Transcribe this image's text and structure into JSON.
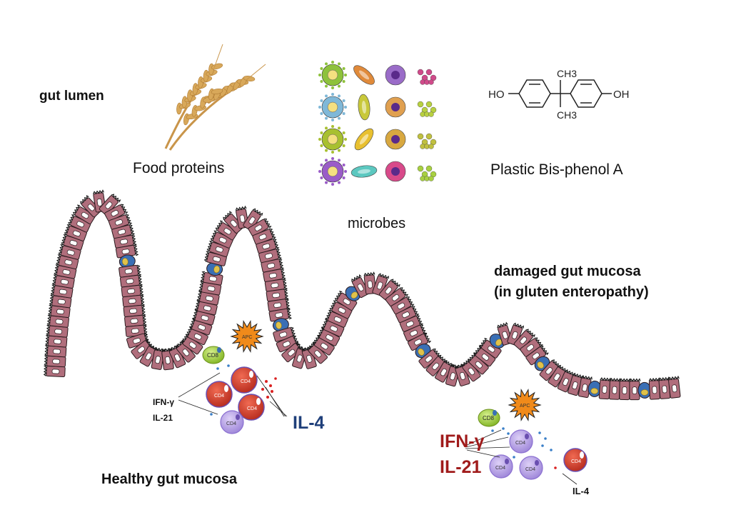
{
  "labels": {
    "gut_lumen": "gut lumen",
    "food_proteins": "Food proteins",
    "microbes": "microbes",
    "bpa": "Plastic Bis-phenol A",
    "damaged_line1": "damaged gut mucosa",
    "damaged_line2": "(in gluten enteropathy)",
    "healthy": "Healthy gut mucosa",
    "ifn_small": "IFN-γ",
    "il21_small": "IL-21",
    "il4_big": "IL-4",
    "ifn_big": "IFN-γ",
    "il21_big": "IL-21",
    "il4_small": "IL-4"
  },
  "molecule": {
    "ho_left": "HO",
    "oh_right": "OH",
    "ch3_top": "CH3",
    "ch3_bottom": "CH3"
  },
  "cells": {
    "cd8": "CD8",
    "cd4": "CD4",
    "apc": "APC"
  },
  "colors": {
    "epithelium": "#b06e7c",
    "epithelium_stroke": "#2a1a1e",
    "goblet": "#3a6fb5",
    "goblet_core": "#e0c24a",
    "cd8": "#9acd32",
    "cd4_red": "#d93a2b",
    "cd4_purple": "#b9a3e6",
    "apc": "#f08a1a",
    "wheat": "#d8a85a",
    "il4_blue": "#1f3f7a",
    "ifn_red": "#a01b1b"
  }
}
